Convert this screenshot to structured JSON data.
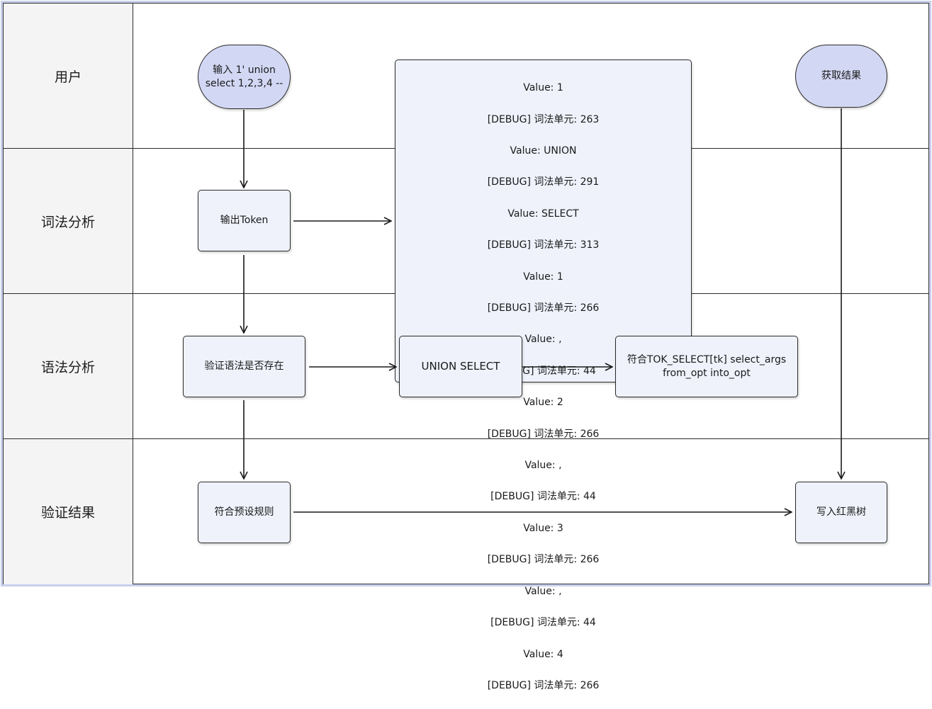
{
  "lanes": [
    {
      "label": "用户"
    },
    {
      "label": "词法分析"
    },
    {
      "label": "语法分析"
    },
    {
      "label": "验证结果"
    }
  ],
  "nodes": {
    "input": "输入 1' union select 1,2,3,4 --",
    "output_token": "输出Token",
    "verify_syntax": "验证语法是否存在",
    "match_preset": "符合预设规则",
    "get_result": "获取结果",
    "write_rbtree": "写入红黑树",
    "union_select": "UNION  SELECT",
    "tok_select": "符合TOK_SELECT[tk] select_args from_opt into_opt"
  },
  "debug_log": [
    "Value: 1",
    "[DEBUG] 词法单元: 263",
    "Value: UNION",
    "[DEBUG] 词法单元: 291",
    "Value: SELECT",
    "[DEBUG] 词法单元: 313",
    "Value: 1",
    "[DEBUG] 词法单元: 266",
    "Value: ,",
    "[DEBUG] 词法单元: 44",
    "Value: 2",
    "[DEBUG] 词法单元: 266",
    "Value: ,",
    "[DEBUG] 词法单元: 44",
    "Value: 3",
    "[DEBUG] 词法单元: 266",
    "Value: ,",
    "[DEBUG] 词法单元: 44",
    "Value: 4",
    "[DEBUG] 词法单元: 266"
  ],
  "colors": {
    "node_fill": "#eff2fb",
    "pill_fill": "#d2d8f4",
    "lane_label_fill": "#f4f4f4",
    "stroke": "#2a2a2a"
  }
}
